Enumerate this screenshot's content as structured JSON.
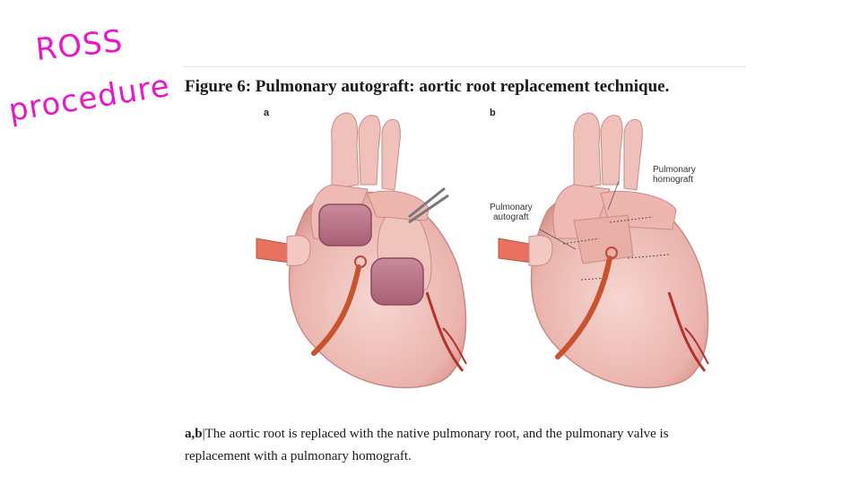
{
  "annotations": {
    "line1": "ROSS",
    "line2": "procedure"
  },
  "figure": {
    "title": "Figure 6: Pulmonary autograft: aortic root replacement technique.",
    "panel_a": "a",
    "panel_b": "b",
    "labels": {
      "homograft_line1": "Pulmonary",
      "homograft_line2": "homograft",
      "autograft_line1": "Pulmonary",
      "autograft_line2": "autograft"
    },
    "caption_prefix": "a,b",
    "caption_separator": "|",
    "caption_line1": "The aortic root is replaced with the native pulmonary root, and the pulmonary valve is",
    "caption_line2": "replacement with a pulmonary homograft."
  },
  "colors": {
    "annotation": "#e619c8",
    "heart": "#f2c3bd",
    "vessel": "#c0392b"
  }
}
